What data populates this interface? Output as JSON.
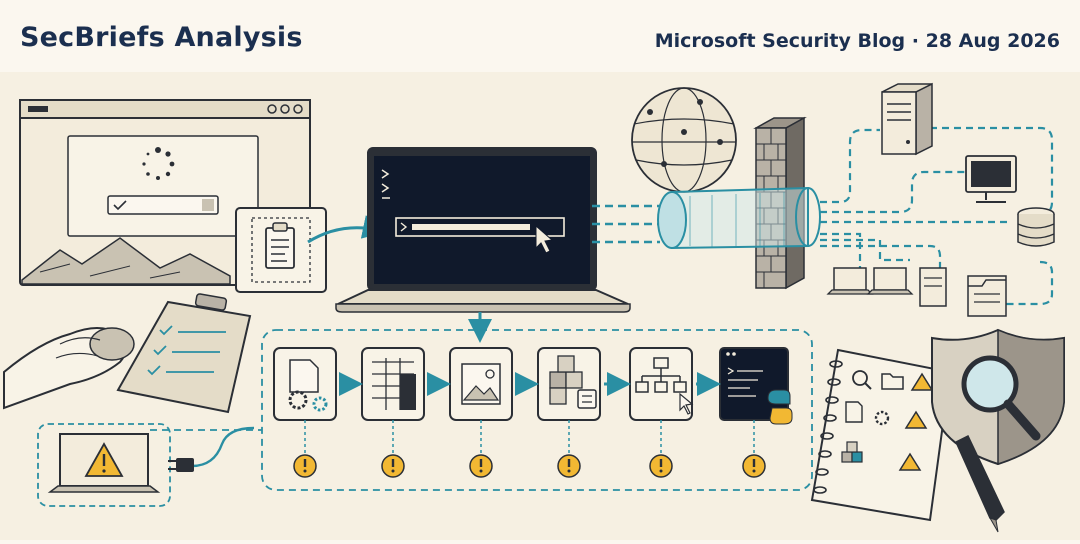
{
  "header": {
    "brand": "SecBriefs Analysis",
    "source": "Microsoft Security Blog",
    "separator": " · ",
    "date": "28 Aug 2026"
  },
  "illustration": {
    "icons": [
      "browser-window-icon",
      "loading-spinner-icon",
      "checkbox-field-icon",
      "mountains-icon",
      "clipboard-document-icon",
      "laptop-terminal-icon",
      "mouse-cursor-icon",
      "globe-icon",
      "firewall-icon",
      "tunnel-icon",
      "server-icon",
      "monitor-icon",
      "database-icon",
      "laptop-icon",
      "folder-icon",
      "hand-mouse-icon",
      "checklist-icon",
      "laptop-warning-icon",
      "power-plug-icon",
      "document-gears-icon",
      "table-grid-icon",
      "image-icon",
      "cubes-icon",
      "hierarchy-icon",
      "python-terminal-icon",
      "warning-icon",
      "notebook-icon",
      "shield-magnifier-icon",
      "pen-icon"
    ],
    "colors": {
      "ink": "#2b2f36",
      "accent": "#2a8fa3",
      "warning": "#f2b833",
      "paper": "#f6f0e2",
      "terminal": "#10192b"
    }
  }
}
